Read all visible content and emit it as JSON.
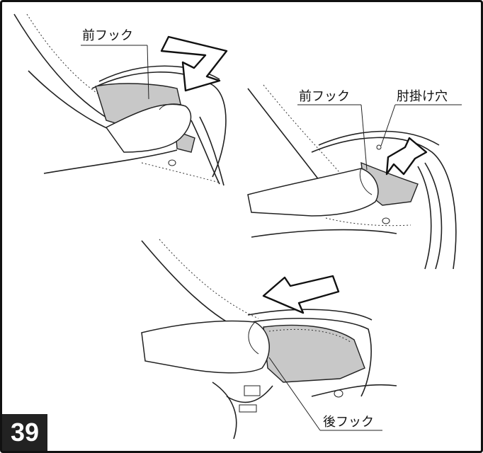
{
  "step_number": "39",
  "labels": {
    "front_hook_1": "前フック",
    "front_hook_2": "前フック",
    "armrest_hole": "肘掛け穴",
    "rear_hook": "後フック"
  },
  "colors": {
    "fabric": "#c8c8c8",
    "line": "#222222",
    "badge_bg": "#222222"
  },
  "icons": [
    "direction-arrow-icon",
    "direction-arrow-icon",
    "direction-arrow-icon"
  ]
}
